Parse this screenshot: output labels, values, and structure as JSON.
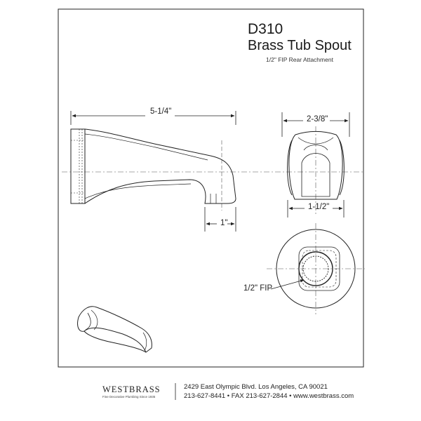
{
  "product": {
    "model": "D310",
    "name": "Brass Tub Spout",
    "attachment": "1/2\" FIP Rear Attachment"
  },
  "dimensions": {
    "length": "5-1/4\"",
    "width": "2-3/8\"",
    "depth": "1-1/2\"",
    "outlet": "1\"",
    "fip": "1/2\" FIP"
  },
  "footer": {
    "brand": "WESTBRASS",
    "tagline": "Fine Decorative Plumbing Since 1935",
    "address": "2429 East Olympic Blvd. Los Angeles, CA  90021",
    "contact": "213-627-8441 • FAX 213-627-2844 • www.westbrass.com"
  },
  "colors": {
    "line": "#222222",
    "centerline": "#555555"
  }
}
